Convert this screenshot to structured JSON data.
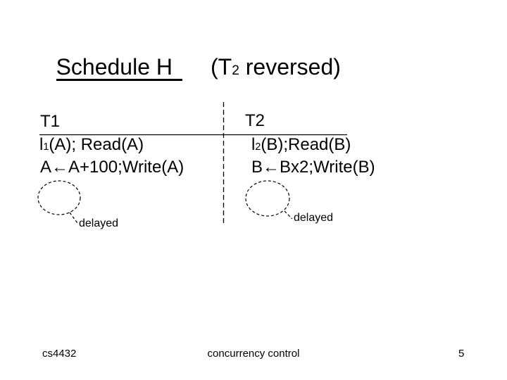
{
  "slide": {
    "title": {
      "main": "Schedule H",
      "paren_pre": "(T",
      "paren_sub": "2",
      "paren_post": " reversed)"
    },
    "schedule": {
      "t1": {
        "header": "T1",
        "row1_pre": "l",
        "row1_sub": "1",
        "row1_post": "(A); Read(A)",
        "row2": "A←A+100;Write(A)"
      },
      "t2": {
        "header": "T2",
        "row1_pre": "l",
        "row1_sub": "2",
        "row1_post": "(B);Read(B)",
        "row2": "B←Bx2;Write(B)"
      }
    },
    "annotations": {
      "delayed_left": "delayed",
      "delayed_right": "delayed"
    },
    "footer": {
      "course": "cs4432",
      "center": "concurrency control",
      "page": "5"
    }
  },
  "colors": {
    "background": "#ffffff",
    "text": "#000000"
  }
}
